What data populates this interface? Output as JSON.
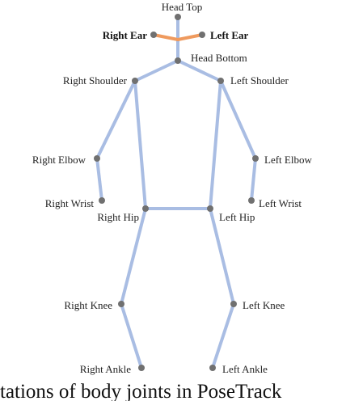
{
  "joints": {
    "head_top": "Head Top",
    "right_ear": "Right Ear",
    "left_ear": "Left Ear",
    "head_bottom": "Head Bottom",
    "right_shoulder": "Right Shoulder",
    "left_shoulder": "Left Shoulder",
    "right_elbow": "Right Elbow",
    "left_elbow": "Left Elbow",
    "right_wrist": "Right Wrist",
    "left_wrist": "Left Wrist",
    "right_hip": "Right Hip",
    "left_hip": "Left Hip",
    "right_knee": "Right Knee",
    "left_knee": "Left Knee",
    "right_ankle": "Right Ankle",
    "left_ankle": "Left Ankle"
  },
  "caption": "tations of body joints in PoseTrack",
  "colors": {
    "bone": "#a9bde3",
    "ear_bone": "#ef9a5e",
    "joint": "#707070"
  }
}
